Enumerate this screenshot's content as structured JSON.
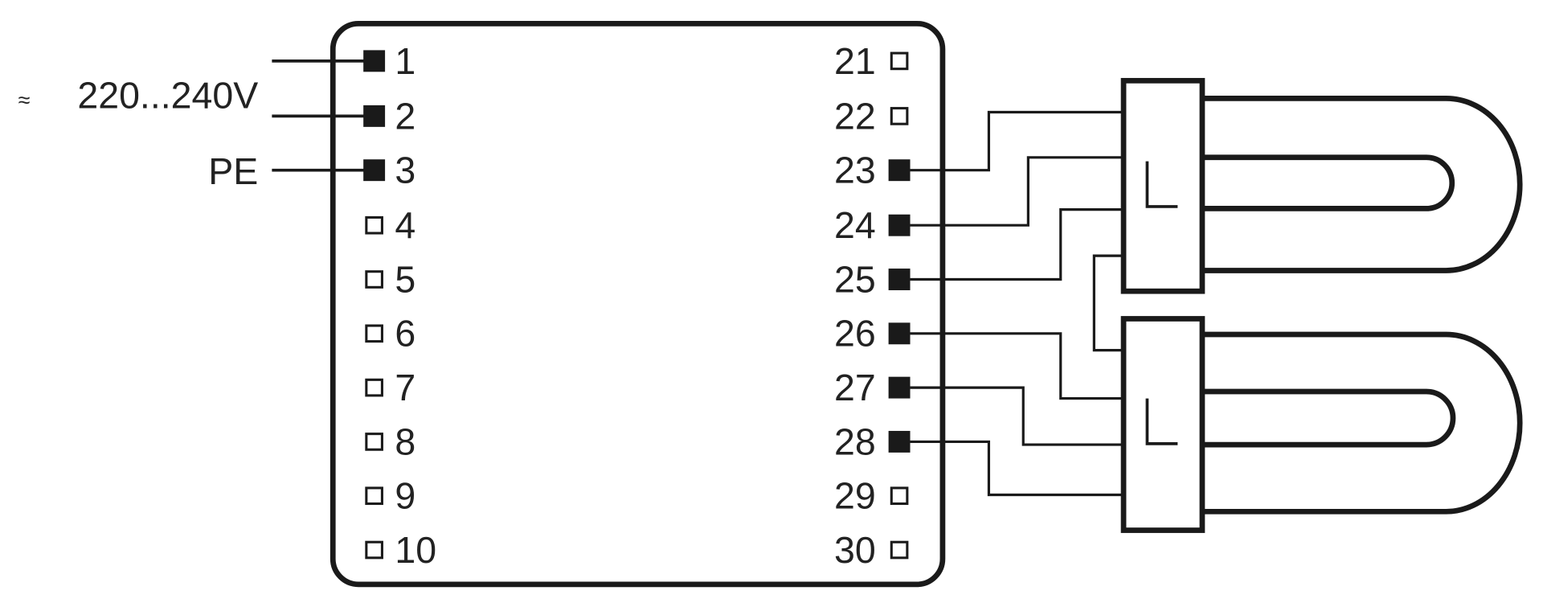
{
  "supply": {
    "ac_symbol": "≈",
    "voltage": "220...240V",
    "earth": "PE"
  },
  "left_terminals": [
    {
      "label": "1",
      "connected": true
    },
    {
      "label": "2",
      "connected": true
    },
    {
      "label": "3",
      "connected": true
    },
    {
      "label": "4",
      "connected": false
    },
    {
      "label": "5",
      "connected": false
    },
    {
      "label": "6",
      "connected": false
    },
    {
      "label": "7",
      "connected": false
    },
    {
      "label": "8",
      "connected": false
    },
    {
      "label": "9",
      "connected": false
    },
    {
      "label": "10",
      "connected": false
    }
  ],
  "right_terminals": [
    {
      "label": "21",
      "connected": false
    },
    {
      "label": "22",
      "connected": false
    },
    {
      "label": "23",
      "connected": true
    },
    {
      "label": "24",
      "connected": true
    },
    {
      "label": "25",
      "connected": true
    },
    {
      "label": "26",
      "connected": true
    },
    {
      "label": "27",
      "connected": true
    },
    {
      "label": "28",
      "connected": true
    },
    {
      "label": "29",
      "connected": false
    },
    {
      "label": "30",
      "connected": false
    }
  ],
  "lamps": [
    {
      "symbol": "L"
    },
    {
      "symbol": "L"
    }
  ]
}
